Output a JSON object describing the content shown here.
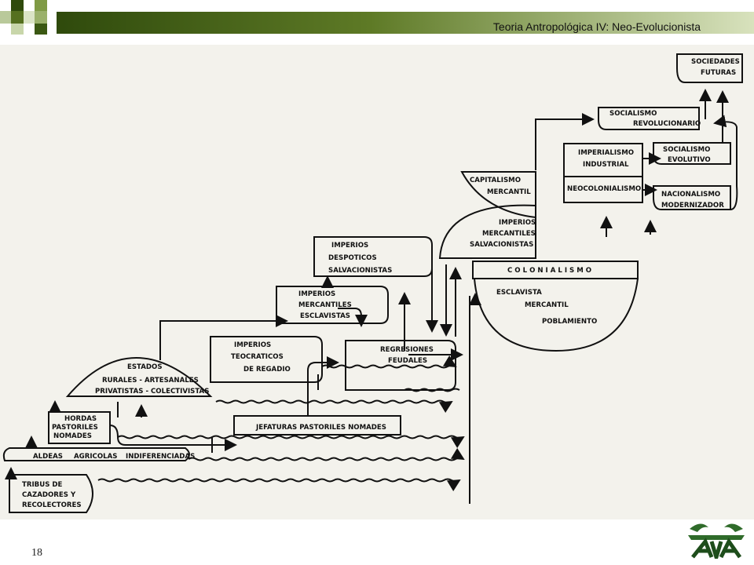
{
  "header": {
    "title": "Teoria Antropológica IV: Neo-Evolucionista"
  },
  "diagram": {
    "sociedades_futuras": [
      "SOCIEDADES",
      "FUTURAS"
    ],
    "socialismo_revolucionario": [
      "SOCIALISMO",
      "REVOLUCIONARIO"
    ],
    "imperialismo_industrial": [
      "IMPERIALISMO",
      "INDUSTRIAL"
    ],
    "neocolonialismo": "NEOCOLONIALISMO",
    "socialismo_evolutivo": [
      "SOCIALISMO",
      "EVOLUTIVO"
    ],
    "nacionalismo_modernizador": [
      "NACIONALISMO",
      "MODERNIZADOR"
    ],
    "capitalismo_mercantil": [
      "CAPITALISMO",
      "MERCANTIL"
    ],
    "imperios_mercantiles_salvacionistas": [
      "IMPERIOS",
      "MERCANTILES",
      "SALVACIONISTAS"
    ],
    "colonialismo": "C O L O N I A L I S M O",
    "colonialismo_tipos": [
      "ESCLAVISTA",
      "MERCANTIL",
      "POBLAMIENTO"
    ],
    "imperios_despoticos_salvacionistas": [
      "IMPERIOS",
      "DESPOTICOS",
      "SALVACIONISTAS"
    ],
    "imperios_mercantiles_esclavistas": [
      "IMPERIOS",
      "MERCANTILES",
      "ESCLAVISTAS"
    ],
    "regresiones_feudales": [
      "REGRESIONES",
      "FEUDALES"
    ],
    "imperios_teocraticos_de_regadio": [
      "IMPERIOS",
      "TEOCRATICOS",
      "DE REGADIO"
    ],
    "estados": [
      "ESTADOS",
      "RURALES - ARTESANALES",
      "PRIVATISTAS - COLECTIVISTAS"
    ],
    "hordas_pastoriles_nomades": [
      "HORDAS",
      "PASTORILES",
      "NOMADES"
    ],
    "jefaturas_pastoriles_nomades": "JEFATURAS PASTORILES NOMADES",
    "aldeas": [
      "ALDEAS",
      "AGRICOLAS",
      "INDIFERENCIADAS"
    ],
    "tribus": [
      "TRIBUS DE",
      "CAZADORES Y",
      "RECOLECTORES"
    ]
  },
  "footer": {
    "page_number": "18"
  }
}
